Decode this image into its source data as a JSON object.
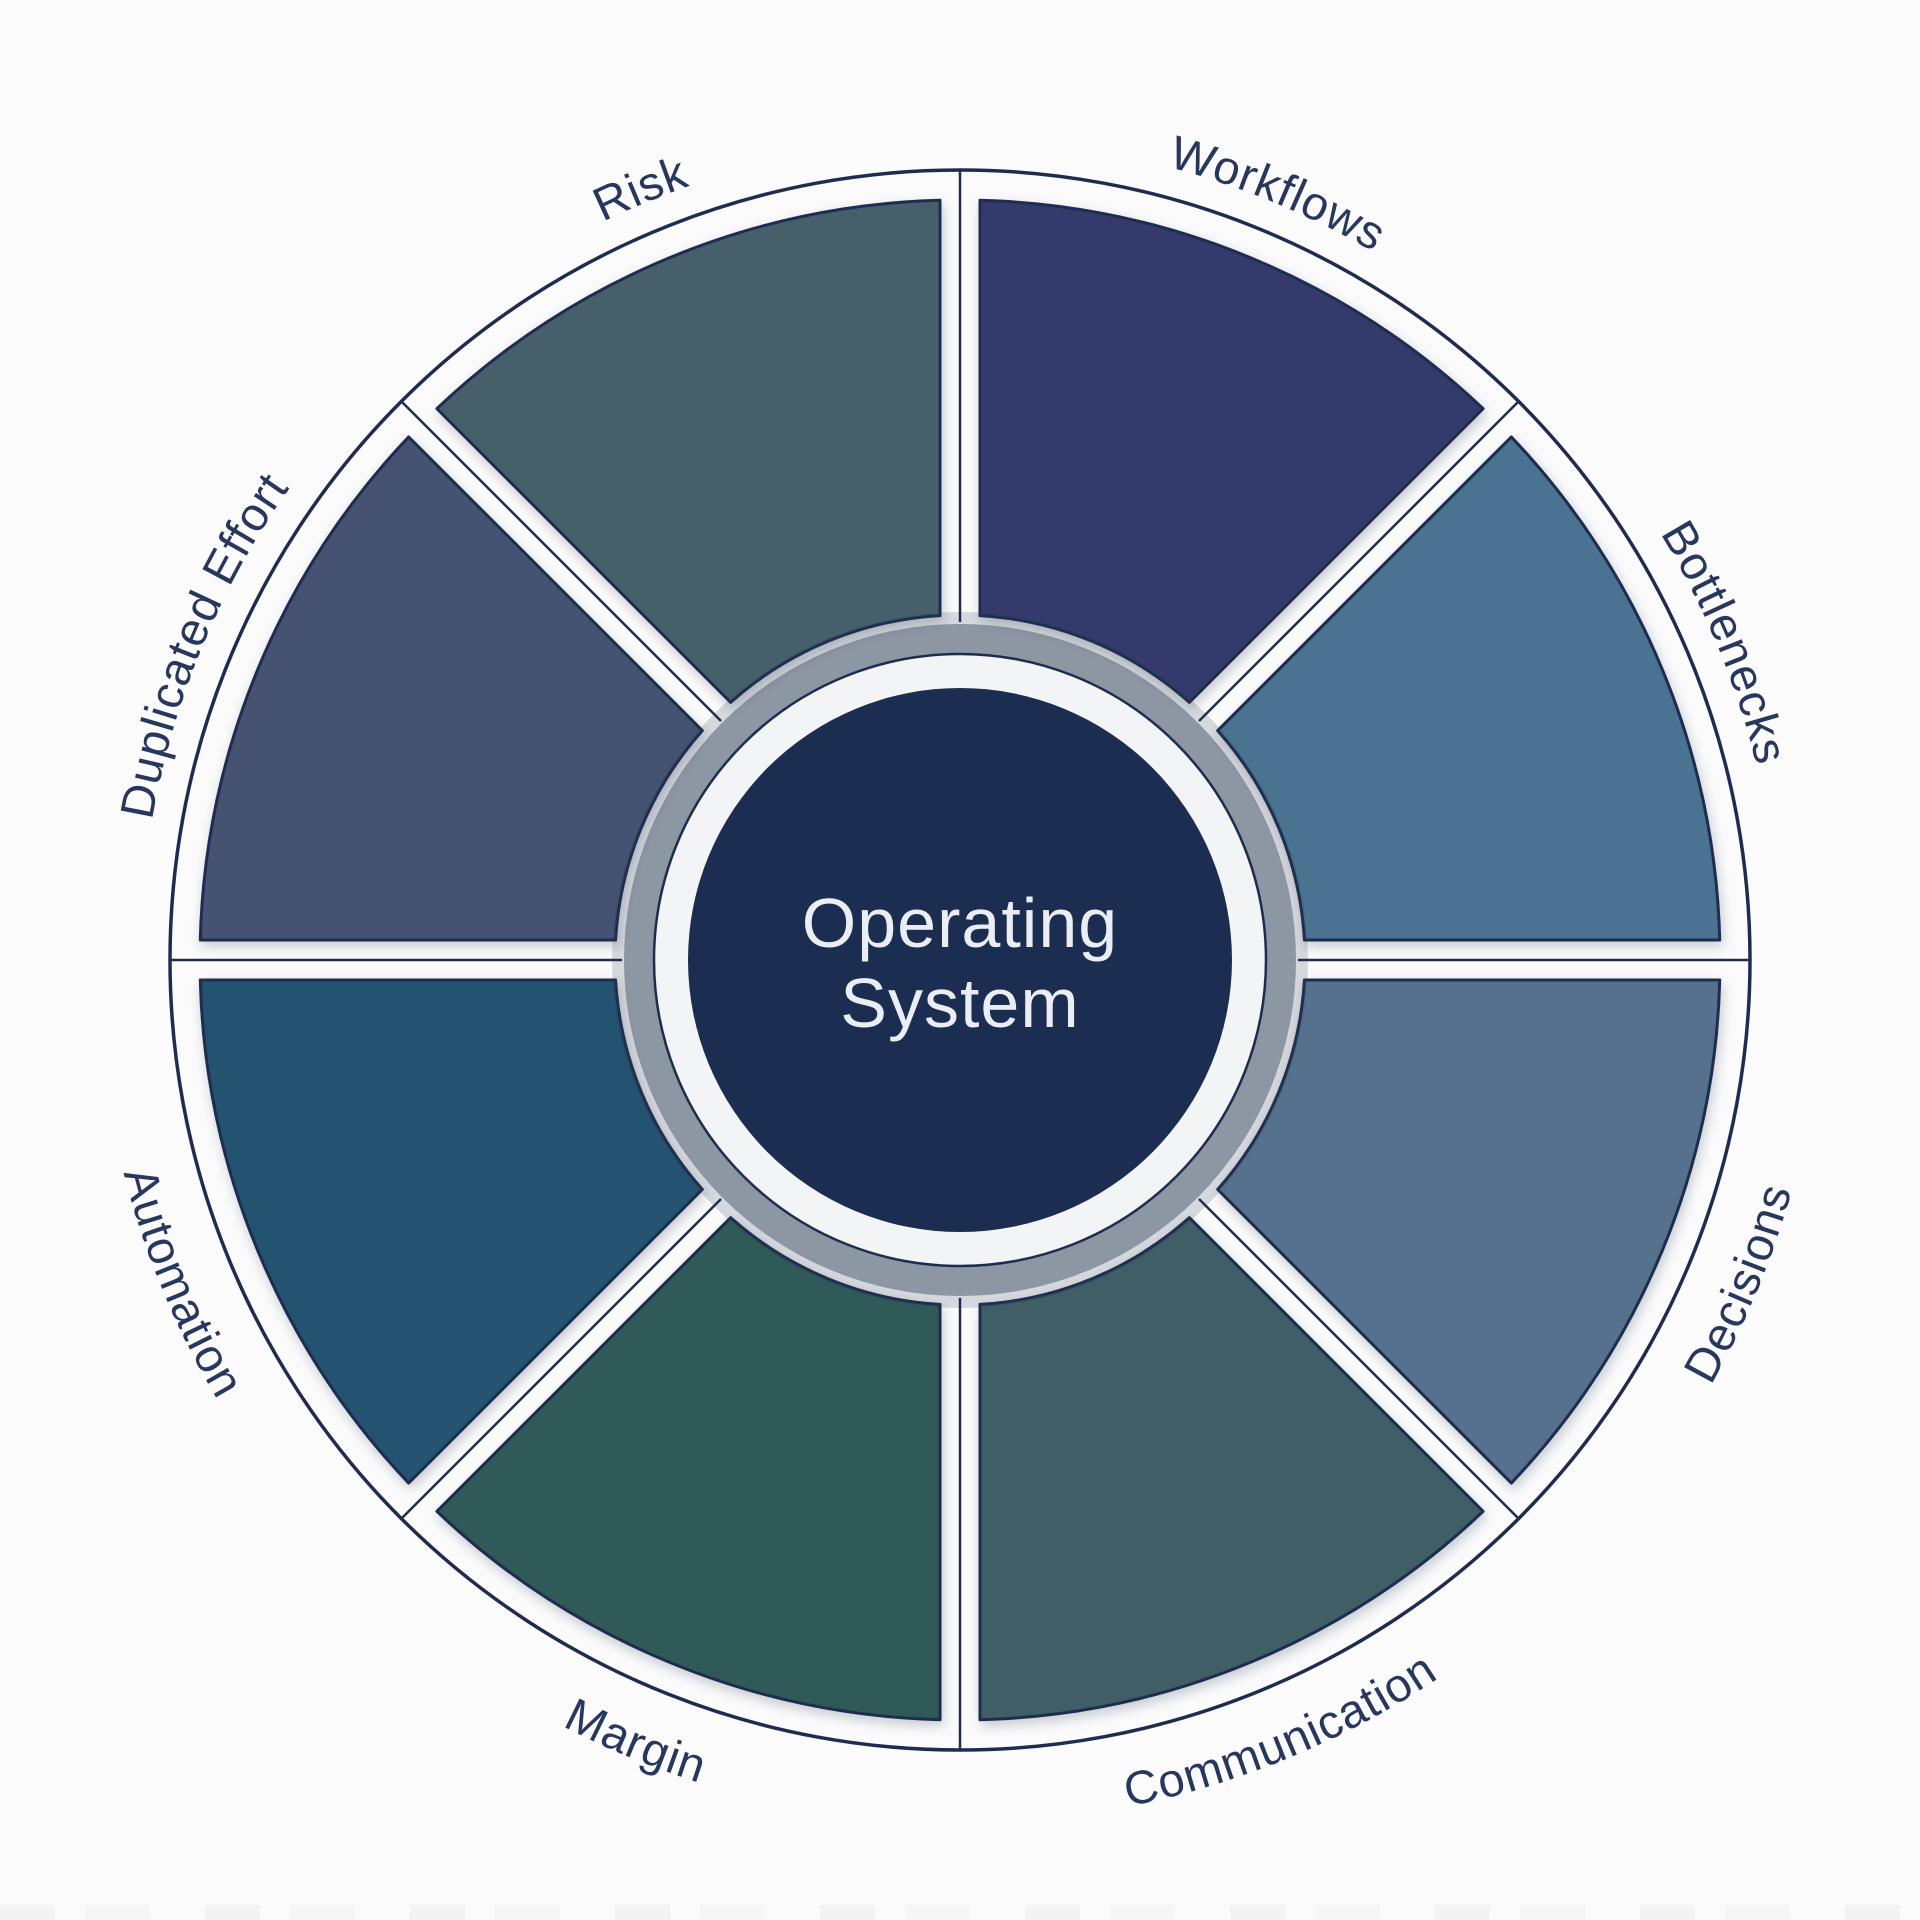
{
  "diagram": {
    "background_color": "#fbfbfc",
    "outline_color": "#1e2d4f",
    "label_color": "#27375d",
    "center": {
      "title_line1": "Operating",
      "title_line2": "System",
      "fill_color": "#1b2d50",
      "ring_color": "#f2f4f6",
      "text_color": "#eaedf3"
    },
    "segments": [
      {
        "label": "Workflows",
        "color": "#343b6c"
      },
      {
        "label": "Bottlenecks",
        "color": "#4a7391"
      },
      {
        "label": "Decisions",
        "color": "#56718e"
      },
      {
        "label": "Communication",
        "color": "#3f5e66"
      },
      {
        "label": "Margin",
        "color": "#2f5a58"
      },
      {
        "label": "Automation",
        "color": "#245271"
      },
      {
        "label": "Duplicated Effort",
        "color": "#465272"
      },
      {
        "label": "Risk",
        "color": "#45606b"
      }
    ]
  }
}
